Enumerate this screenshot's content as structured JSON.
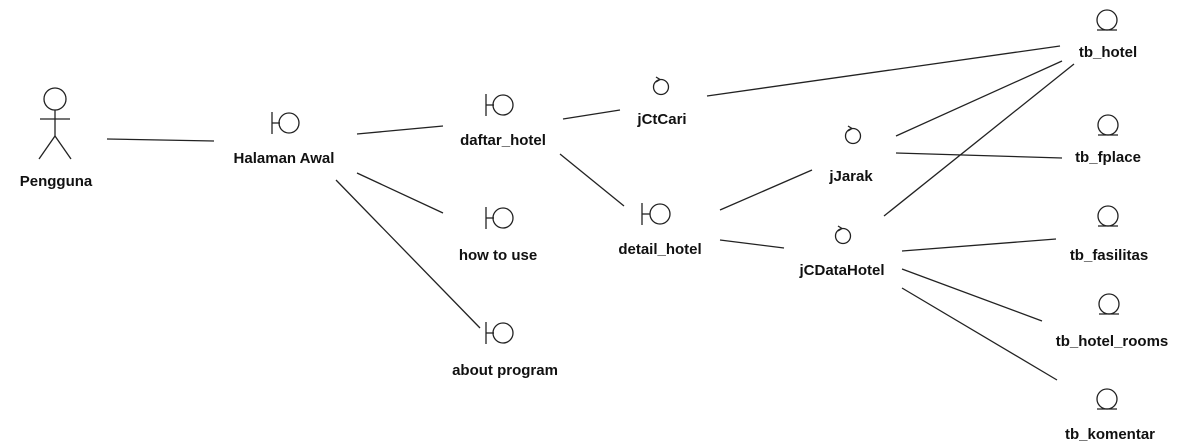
{
  "diagram": {
    "nodes": {
      "pengguna": {
        "label": "Pengguna",
        "kind": "actor"
      },
      "halaman_awal": {
        "label": "Halaman Awal",
        "kind": "boundary"
      },
      "daftar_hotel": {
        "label": "daftar_hotel",
        "kind": "boundary"
      },
      "how_to_use": {
        "label": "how to use",
        "kind": "boundary"
      },
      "about_program": {
        "label": "about program",
        "kind": "boundary"
      },
      "detail_hotel": {
        "label": "detail_hotel",
        "kind": "boundary"
      },
      "jctcari": {
        "label": "jCtCari",
        "kind": "control"
      },
      "jjarak": {
        "label": "jJarak",
        "kind": "control"
      },
      "jcdatahotel": {
        "label": "jCDataHotel",
        "kind": "control"
      },
      "tb_hotel": {
        "label": "tb_hotel",
        "kind": "entity"
      },
      "tb_fplace": {
        "label": "tb_fplace",
        "kind": "entity"
      },
      "tb_fasilitas": {
        "label": "tb_fasilitas",
        "kind": "entity"
      },
      "tb_hotel_rooms": {
        "label": "tb_hotel_rooms",
        "kind": "entity"
      },
      "tb_komentar": {
        "label": "tb_komentar",
        "kind": "entity"
      }
    },
    "edges": [
      [
        "pengguna",
        "halaman_awal"
      ],
      [
        "halaman_awal",
        "daftar_hotel"
      ],
      [
        "halaman_awal",
        "how_to_use"
      ],
      [
        "halaman_awal",
        "about_program"
      ],
      [
        "daftar_hotel",
        "jctcari"
      ],
      [
        "daftar_hotel",
        "detail_hotel"
      ],
      [
        "jctcari",
        "tb_hotel"
      ],
      [
        "detail_hotel",
        "jjarak"
      ],
      [
        "detail_hotel",
        "jcdatahotel"
      ],
      [
        "jjarak",
        "tb_hotel"
      ],
      [
        "jjarak",
        "tb_fplace"
      ],
      [
        "jcdatahotel",
        "tb_hotel"
      ],
      [
        "jcdatahotel",
        "tb_fasilitas"
      ],
      [
        "jcdatahotel",
        "tb_hotel_rooms"
      ],
      [
        "jcdatahotel",
        "tb_komentar"
      ]
    ]
  }
}
